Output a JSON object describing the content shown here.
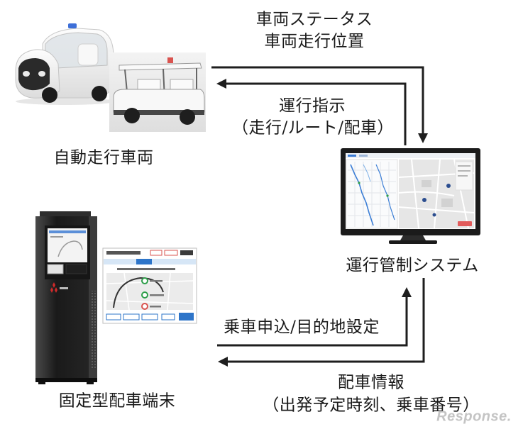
{
  "nodes": {
    "vehicles": {
      "label": "自動走行車両"
    },
    "control_system": {
      "label": "運行管制システム"
    },
    "terminal": {
      "label": "固定型配車端末"
    }
  },
  "flows": {
    "vehicle_to_system": {
      "line1": "車両ステータス",
      "line2": "車両走行位置"
    },
    "system_to_vehicle": {
      "line1": "運行指示",
      "line2": "（走行/ルート/配車）"
    },
    "terminal_to_system": {
      "line1": "乗車申込/目的地設定"
    },
    "system_to_terminal": {
      "line1": "配車情報",
      "line2": "（出発予定時刻、乗車番号）"
    }
  },
  "icons": {
    "vehicles": [
      "pod-car-icon",
      "golf-cart-icon"
    ],
    "control_system": "monitor-icon",
    "terminal": "kiosk-icon",
    "terminal_app": "tablet-screen-icon"
  },
  "colors": {
    "arrow": "#1e1e1e",
    "text": "#1a1a1a",
    "accent_blue": "#2e75c9"
  },
  "watermark": {
    "logo_text": "Response."
  }
}
